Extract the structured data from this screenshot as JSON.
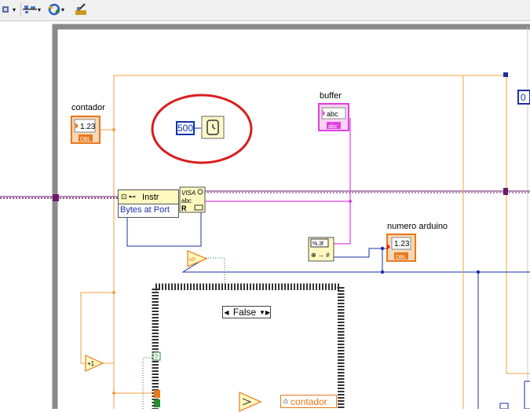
{
  "toolbar": {
    "icons": [
      "bookmark-dropdown-icon",
      "align-dropdown-icon",
      "reorder-dropdown-icon",
      "cleanup-diagram-icon"
    ],
    "dropdown_arrow": "▾"
  },
  "diagram": {
    "contador_label": "contador",
    "contador_value": "1.23",
    "contador_type": "DBL",
    "wait_constant": "500",
    "buffer_label": "buffer",
    "buffer_value": "abc",
    "buffer_type": "abc",
    "property_class": "Instr",
    "property_row": "Bytes at Port",
    "visa_read_label": "VISA",
    "visa_read_abc": "abc",
    "visa_read_r": "R",
    "scan_from_string": "%.3f",
    "numero_label": "numero arduino",
    "numero_value": "1.23",
    "numero_type": "DBL",
    "compare_glyph": "≥5",
    "case_value": "False",
    "case_left_arrow": "◀",
    "case_right_arrow": "▼▶",
    "increment_glyph": "+1",
    "local_variable": "contador",
    "while_corner_constant": "0",
    "bool_term": "?",
    "colors": {
      "orange_wire": "#f0a040",
      "blue_wire": "#1a2fa8",
      "pink_wire": "#e040e0",
      "visa_wire": "#6b1a6b",
      "annotation_red": "#d81e1e",
      "numeric_blue": "#1133aa"
    }
  }
}
